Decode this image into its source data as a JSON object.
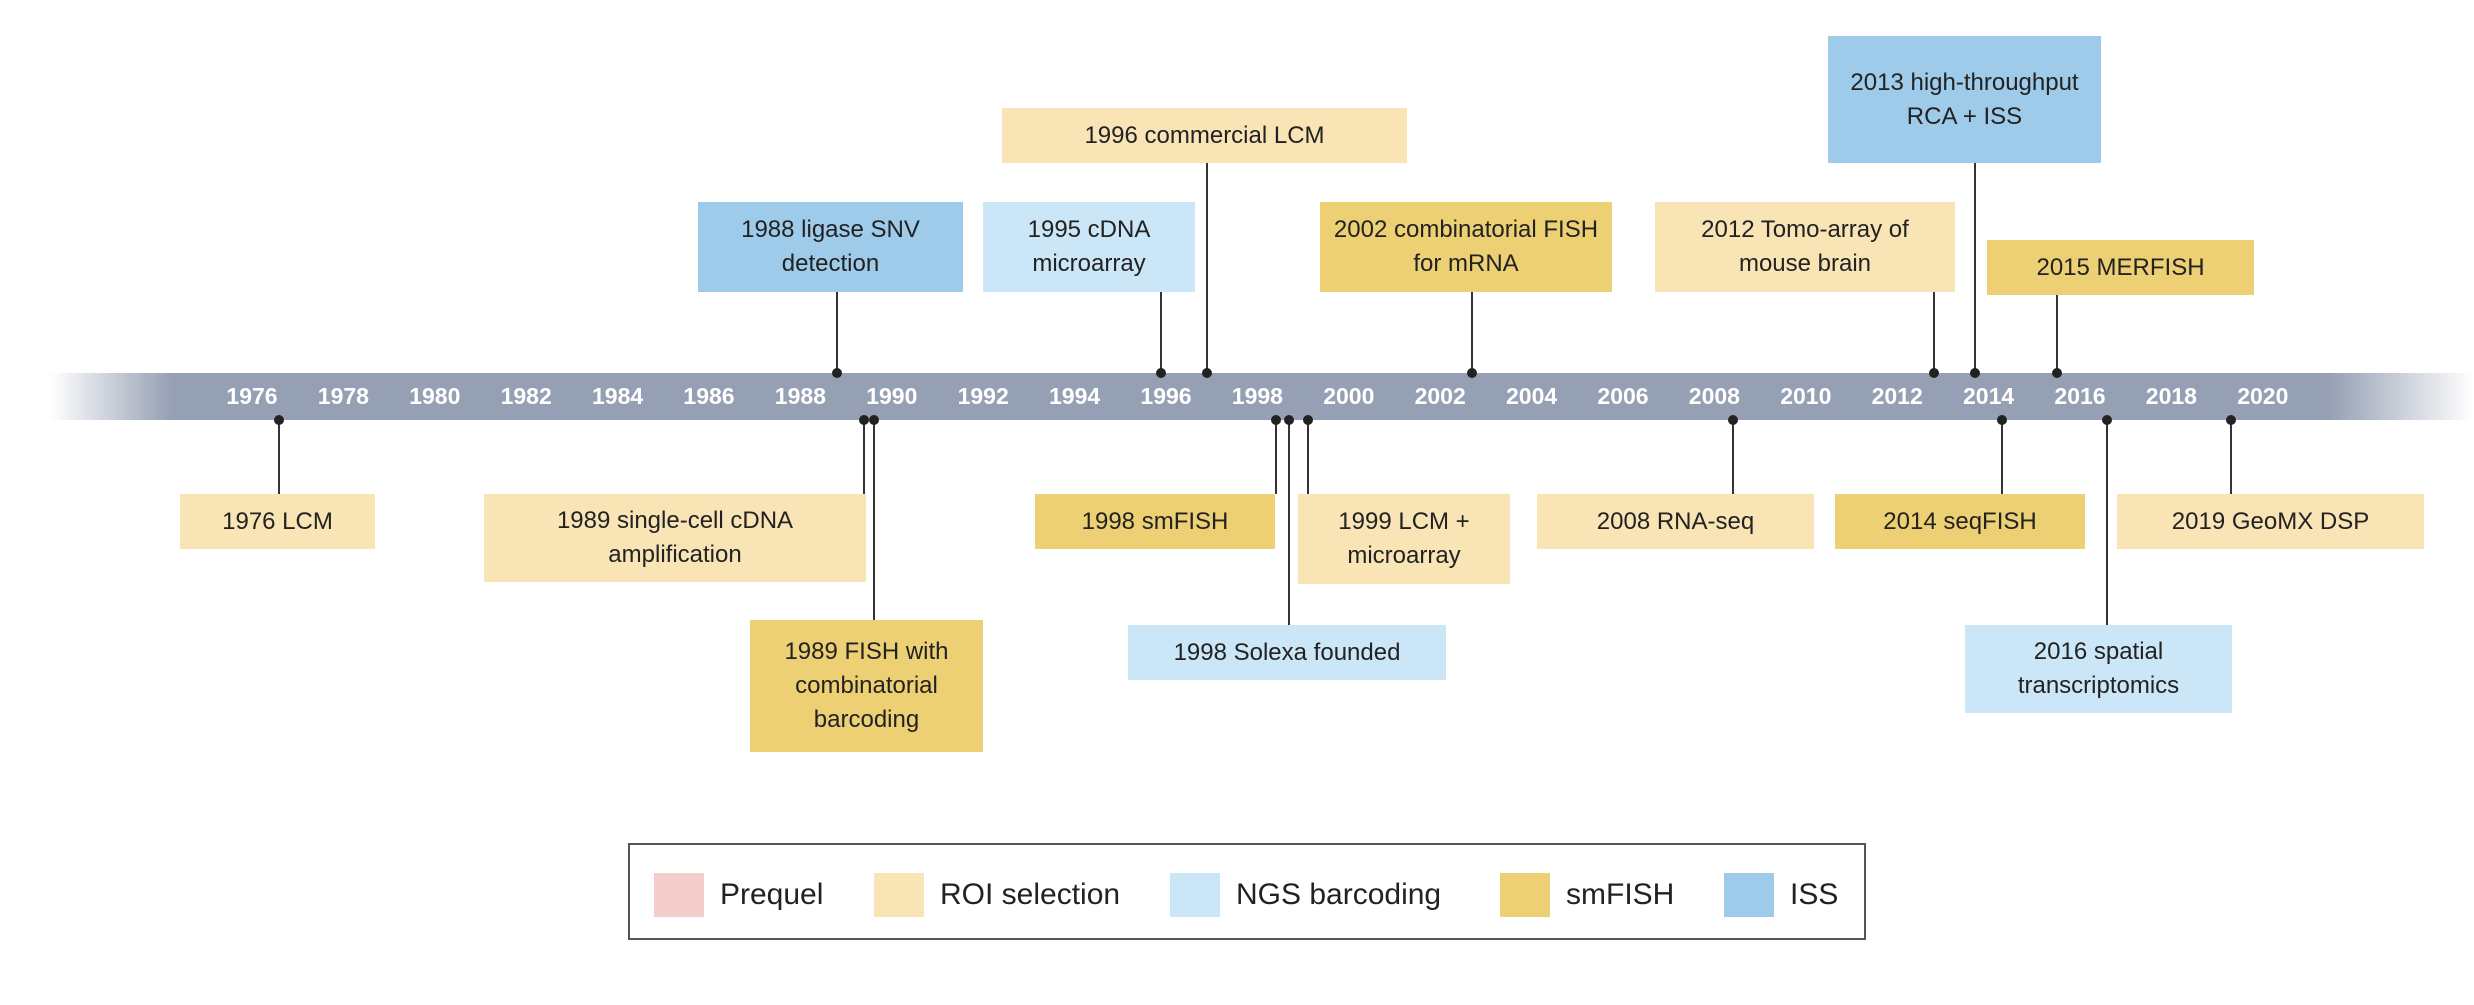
{
  "colors": {
    "Prequel": "#f5cccc",
    "ROI selection": "#f8e4b4",
    "NGS barcoding": "#cbe6f7",
    "smFISH": "#edd073",
    "ISS": "#9ecbea",
    "axis": "#969fb3"
  },
  "axis": {
    "years": [
      "1976",
      "1978",
      "1980",
      "1982",
      "1984",
      "1986",
      "1988",
      "1990",
      "1992",
      "1994",
      "1996",
      "1998",
      "2000",
      "2002",
      "2004",
      "2006",
      "2008",
      "2010",
      "2012",
      "2014",
      "2016",
      "2018",
      "2020"
    ]
  },
  "events": [
    {
      "year": 1976.6,
      "text": "1976 LCM",
      "category": "ROI selection",
      "side": "below"
    },
    {
      "year": 1988.8,
      "text": "1988 ligase SNV detection",
      "category": "ISS",
      "side": "above"
    },
    {
      "year": 1989.4,
      "text": "1989 single-cell cDNA amplification",
      "category": "ROI selection",
      "side": "below"
    },
    {
      "year": 1989.6,
      "text": "1989 FISH with combinatorial barcoding",
      "category": "smFISH",
      "side": "below"
    },
    {
      "year": 1995.9,
      "text": "1995 cDNA microarray",
      "category": "NGS barcoding",
      "side": "above"
    },
    {
      "year": 1996.9,
      "text": "1996 commercial LCM",
      "category": "ROI selection",
      "side": "above"
    },
    {
      "year": 1998.4,
      "text": "1998 smFISH",
      "category": "smFISH",
      "side": "below"
    },
    {
      "year": 1998.7,
      "text": "1998 Solexa founded",
      "category": "NGS barcoding",
      "side": "below"
    },
    {
      "year": 1999.1,
      "text": "1999 LCM + microarray",
      "category": "ROI selection",
      "side": "below"
    },
    {
      "year": 2002.7,
      "text": "2002 combinatorial FISH for mRNA",
      "category": "smFISH",
      "side": "above"
    },
    {
      "year": 2008.4,
      "text": "2008 RNA-seq",
      "category": "ROI selection",
      "side": "below"
    },
    {
      "year": 2012.8,
      "text": "2012 Tomo-array of mouse brain",
      "category": "ROI selection",
      "side": "above"
    },
    {
      "year": 2013.7,
      "text": "2013 high-throughput RCA + ISS",
      "category": "ISS",
      "side": "above"
    },
    {
      "year": 2014.3,
      "text": "2014 seqFISH",
      "category": "smFISH",
      "side": "below"
    },
    {
      "year": 2015.5,
      "text": "2015 MERFISH",
      "category": "smFISH",
      "side": "above"
    },
    {
      "year": 2016.6,
      "text": "2016 spatial transcriptomics",
      "category": "NGS barcoding",
      "side": "below"
    },
    {
      "year": 2019.3,
      "text": "2019 GeoMX DSP",
      "category": "ROI selection",
      "side": "below"
    }
  ],
  "legend": [
    "Prequel",
    "ROI selection",
    "NGS barcoding",
    "smFISH",
    "ISS"
  ]
}
